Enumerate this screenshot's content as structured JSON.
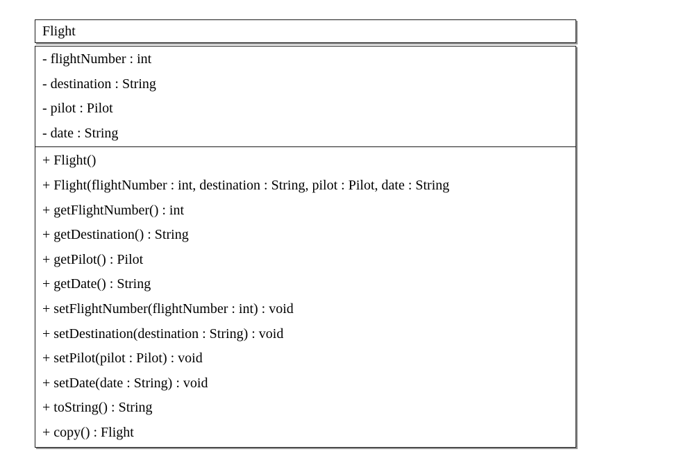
{
  "uml_class": {
    "class_name": "Flight",
    "attributes": [
      "- flightNumber : int",
      "- destination : String",
      "- pilot : Pilot",
      "- date : String"
    ],
    "methods": [
      "+ Flight()",
      "+ Flight(flightNumber : int, destination : String, pilot : Pilot, date : String",
      "+ getFlightNumber() : int",
      "+ getDestination() : String",
      "+ getPilot() : Pilot",
      "+ getDate() : String",
      "+ setFlightNumber(flightNumber : int) : void",
      "+ setDestination(destination : String) : void",
      "+ setPilot(pilot : Pilot) : void",
      "+ setDate(date : String) : void",
      "+ toString() : String",
      "+ copy() : Flight"
    ]
  },
  "colors": {
    "background": "#ffffff",
    "border": "#1a1a1a",
    "shadow": "#939393",
    "text": "#000000"
  }
}
